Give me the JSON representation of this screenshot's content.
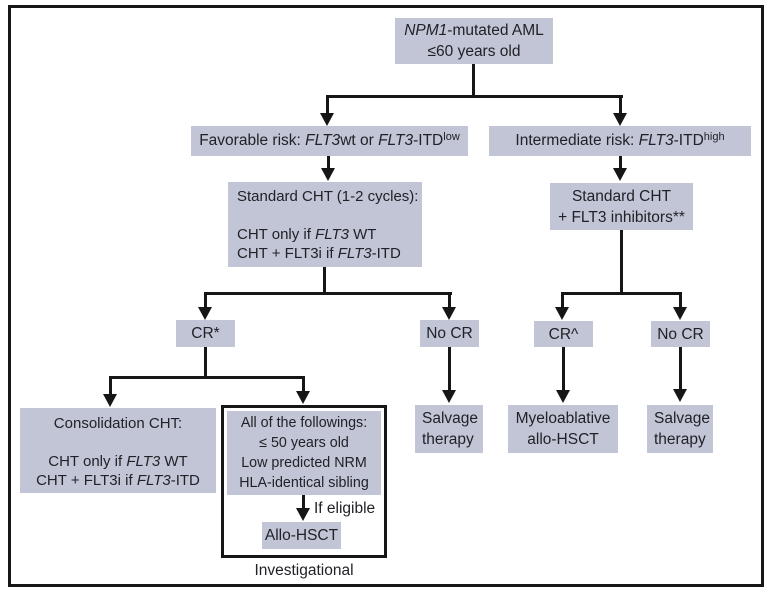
{
  "palette": {
    "box_fill": "#c1c5d6",
    "frame_and_lines": "#161616",
    "text": "#212227",
    "background": "#ffffff"
  },
  "nodes": {
    "root": {
      "gene": "NPM1",
      "rest": "-mutated AML",
      "age": "≤60 years old"
    },
    "favorable": {
      "prefix": "Favorable risk: ",
      "gene1": "FLT3",
      "mid": "wt or ",
      "gene2": "FLT3",
      "itd": "-ITD",
      "sup": "low"
    },
    "intermediate": {
      "prefix": "Intermediate risk: ",
      "gene": "FLT3",
      "itd": "-ITD",
      "sup": "high"
    },
    "induction_left": {
      "title": "Standard CHT (1-2 cycles):",
      "cht_pre": "CHT only if ",
      "cht_gene": "FLT3",
      "cht_post": " WT",
      "flt3i_pre": "CHT + FLT3i if ",
      "flt3i_gene": "FLT3",
      "flt3i_post": "-ITD"
    },
    "induction_right": {
      "line1": "Standard CHT",
      "line2": "+ FLT3 inhibitors**"
    },
    "cr_left": "CR*",
    "no_cr_left": "No CR",
    "cr_right": "CR^",
    "no_cr_right": "No CR",
    "consolidation": {
      "title": "Consolidation CHT:",
      "cht_pre": "CHT only if ",
      "cht_gene": "FLT3",
      "cht_post": " WT",
      "flt3i_pre": "CHT + FLT3i if ",
      "flt3i_gene": "FLT3",
      "flt3i_post": "-ITD"
    },
    "eligibility": {
      "line1": "All of the followings:",
      "line2": "≤ 50 years old",
      "line3": "Low predicted NRM",
      "line4": "HLA-identical sibling"
    },
    "if_eligible": "If eligible",
    "allo_hsct": "Allo-HSCT",
    "investigational": "Investigational",
    "salvage_left": {
      "line1": "Salvage",
      "line2": "therapy"
    },
    "myeloablative": {
      "line1": "Myeloablative",
      "line2": "allo-HSCT"
    },
    "salvage_right": {
      "line1": "Salvage",
      "line2": "therapy"
    }
  }
}
